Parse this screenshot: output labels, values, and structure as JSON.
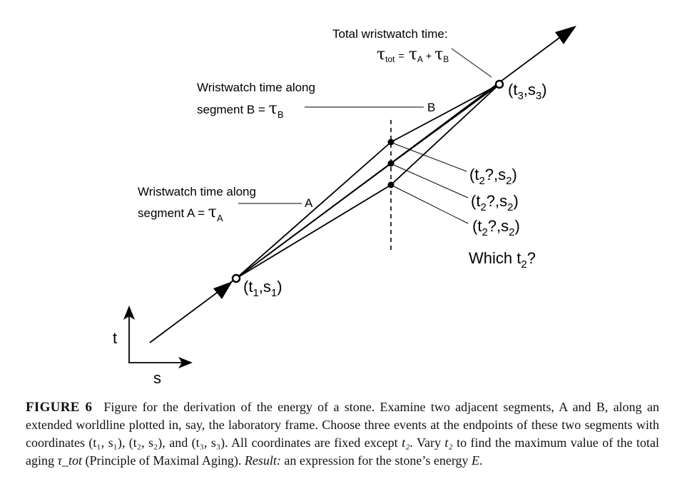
{
  "figure": {
    "total_title": "Total wristwatch time:",
    "tau_tot": {
      "symbol": "τ",
      "sub": "tot",
      "eq": "=",
      "a": "τ",
      "a_sub": "A",
      "plus": "+",
      "b": "τ",
      "b_sub": "B"
    },
    "seg_b": {
      "line1": "Wristwatch time along",
      "line2_prefix": "segment B = ",
      "tau": "τ",
      "sub": "B",
      "marker": "B"
    },
    "seg_a": {
      "line1": "Wristwatch time along",
      "line2_prefix": "segment A = ",
      "tau": "τ",
      "sub": "A",
      "marker": "A"
    },
    "p1": {
      "open": "(t",
      "sub1": "1",
      "mid": ",s",
      "sub2": "1",
      "close": ")"
    },
    "p3": {
      "open": "(t",
      "sub1": "3",
      "mid": ",s",
      "sub2": "3",
      "close": ")"
    },
    "p2": {
      "open": "(t",
      "sub1": "2",
      "mid": "?,s",
      "sub2": "2",
      "close": ")"
    },
    "which": {
      "text": "Which t",
      "sub": "2",
      "q": "?"
    },
    "axis_t": "t",
    "axis_s": "s"
  },
  "caption": {
    "label": "FIGURE 6",
    "part1": "Figure for the derivation of the energy of a stone. Examine two adjacent segments, A and B, along an extended worldline plotted in, say, the laboratory frame. Choose three events at the endpoints of these two segments with coordinates ",
    "coords12": "(t₁, s₁), (t₂, s₂),",
    "and": " and ",
    "coords3": "(t₃, s₃)",
    "part2": ". All coordinates are fixed except ",
    "t2a": "t₂",
    "part3": ". Vary ",
    "t2b": "t₂",
    "part4": " to find the maximum value of the total aging ",
    "tautot": "τ_tot",
    "part5": " (Principle of Maximal Aging). ",
    "result_label": "Result:",
    "part6": " an expression for the stone’s energy ",
    "E": "E",
    "end": "."
  }
}
